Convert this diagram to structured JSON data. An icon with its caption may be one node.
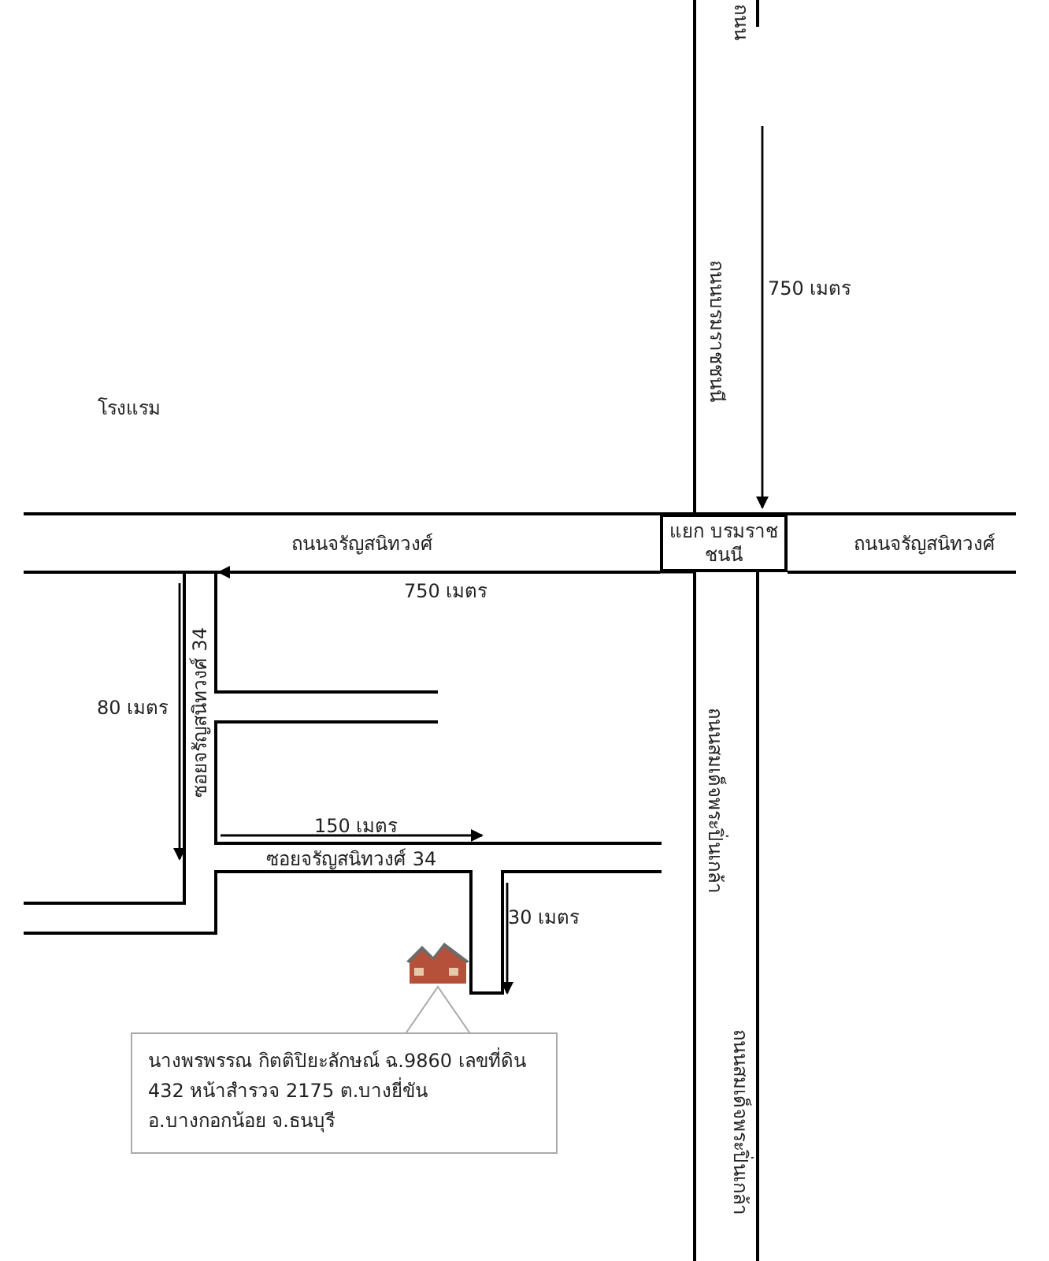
{
  "diagram": {
    "nodes": [
      {
        "text": [
          "แยก บรมราชชนนี"
        ]
      },
      {
        "text": [
          "นางพรพรรณ กิตติปิยะลักษณ์ ฉ.9860 เลขที่ดิน 432 หน้าสำรวจ 2175 ต.บางยี่ขัน อ.บางกอกน้อย จ.ธนบุรี"
        ]
      },
      {
        "text": [],
        "shape": "picture"
      }
    ],
    "edges": [
      {
        "from": 1,
        "to": 2,
        "arrow": "none"
      }
    ],
    "labels": [
      "ถนน",
      "โรงแรม",
      "750 เมตร",
      "ถนนบรมราชชนนี",
      "ถนนจรัญสนิทวงศ์",
      "ถนนจรัญสนิทวงศ์",
      "750 เมตร",
      "ซอยจรัญสนิทวงศ์ 34",
      "80 เมตร",
      "ถนนสมเด็จพระปิ่นเกล้า",
      "150 เมตร",
      "ซอยจรัญสนิทวงศ์ 34",
      "30 เมตร",
      "ถนนสมเด็จพระปิ่นเกล้า"
    ]
  }
}
